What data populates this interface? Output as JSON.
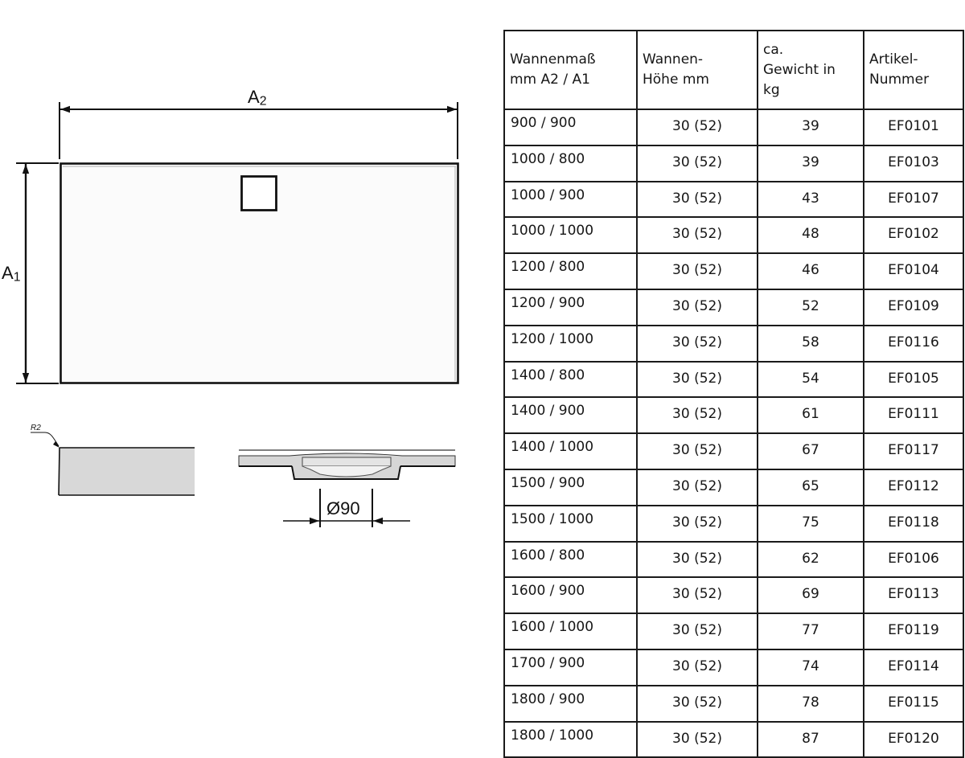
{
  "drawing": {
    "top_view": {
      "width_label": "A",
      "width_label_sub": "2",
      "depth_label": "A",
      "depth_label_sub": "1",
      "drain_icon": "square-drain-outline"
    },
    "side_view": {
      "edge_radius_label": "R2"
    },
    "section_view": {
      "drain_diameter_label": "Ø90"
    }
  },
  "table": {
    "headers": [
      {
        "line1": "Wannenmaß",
        "line2": "mm A2 / A1",
        "line3": ""
      },
      {
        "line1": "Wannen-",
        "line2": "Höhe mm",
        "line3": ""
      },
      {
        "line1": "ca.",
        "line2": "Gewicht in",
        "line3": "kg"
      },
      {
        "line1": "Artikel-",
        "line2": "Nummer",
        "line3": ""
      }
    ],
    "rows": [
      {
        "size": "900 / 900",
        "height": "30 (52)",
        "weight": "39",
        "article": "EF0101"
      },
      {
        "size": "1000 / 800",
        "height": "30 (52)",
        "weight": "39",
        "article": "EF0103"
      },
      {
        "size": "1000 / 900",
        "height": "30 (52)",
        "weight": "43",
        "article": "EF0107"
      },
      {
        "size": "1000 / 1000",
        "height": "30 (52)",
        "weight": "48",
        "article": "EF0102"
      },
      {
        "size": "1200 / 800",
        "height": "30 (52)",
        "weight": "46",
        "article": "EF0104"
      },
      {
        "size": "1200 / 900",
        "height": "30 (52)",
        "weight": "52",
        "article": "EF0109"
      },
      {
        "size": "1200 / 1000",
        "height": "30 (52)",
        "weight": "58",
        "article": "EF0116"
      },
      {
        "size": "1400 / 800",
        "height": "30 (52)",
        "weight": "54",
        "article": "EF0105"
      },
      {
        "size": "1400 / 900",
        "height": "30 (52)",
        "weight": "61",
        "article": "EF0111"
      },
      {
        "size": "1400 / 1000",
        "height": "30 (52)",
        "weight": "67",
        "article": "EF0117"
      },
      {
        "size": "1500 / 900",
        "height": "30 (52)",
        "weight": "65",
        "article": "EF0112"
      },
      {
        "size": "1500 / 1000",
        "height": "30 (52)",
        "weight": "75",
        "article": "EF0118"
      },
      {
        "size": "1600 / 800",
        "height": "30 (52)",
        "weight": "62",
        "article": "EF0106"
      },
      {
        "size": "1600 / 900",
        "height": "30 (52)",
        "weight": "69",
        "article": "EF0113"
      },
      {
        "size": "1600 / 1000",
        "height": "30 (52)",
        "weight": "77",
        "article": "EF0119"
      },
      {
        "size": "1700 / 900",
        "height": "30 (52)",
        "weight": "74",
        "article": "EF0114"
      },
      {
        "size": "1800 / 900",
        "height": "30 (52)",
        "weight": "78",
        "article": "EF0115"
      },
      {
        "size": "1800 / 1000",
        "height": "30 (52)",
        "weight": "87",
        "article": "EF0120"
      }
    ]
  },
  "colors": {
    "line": "#111111",
    "section_fill": "#d8d8d8",
    "tray_fill": "#fbfbfb"
  }
}
